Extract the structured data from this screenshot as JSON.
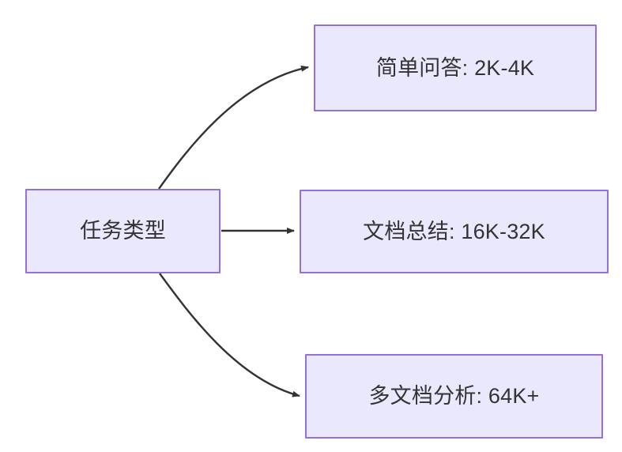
{
  "diagram": {
    "type": "flowchart",
    "direction": "left-to-right",
    "background_color": "#ffffff",
    "node_fill_color": "#eae8fc",
    "node_border_color": "#9370db",
    "node_text_color": "#333333",
    "edge_color": "#333333",
    "root": {
      "id": "root",
      "label": "任务类型"
    },
    "branches": [
      {
        "id": "simple-qa",
        "label": "简单问答: 2K-4K",
        "task": "简单问答",
        "context_length": "2K-4K",
        "edge_style": "curved"
      },
      {
        "id": "doc-summary",
        "label": "文档总结: 16K-32K",
        "task": "文档总结",
        "context_length": "16K-32K",
        "edge_style": "straight"
      },
      {
        "id": "multi-doc",
        "label": "多文档分析: 64K+",
        "task": "多文档分析",
        "context_length": "64K+",
        "edge_style": "curved"
      }
    ],
    "edges": [
      {
        "from": "root",
        "to": "simple-qa",
        "arrowhead": "filled-triangle"
      },
      {
        "from": "root",
        "to": "doc-summary",
        "arrowhead": "filled-triangle"
      },
      {
        "from": "root",
        "to": "multi-doc",
        "arrowhead": "filled-triangle"
      }
    ]
  }
}
